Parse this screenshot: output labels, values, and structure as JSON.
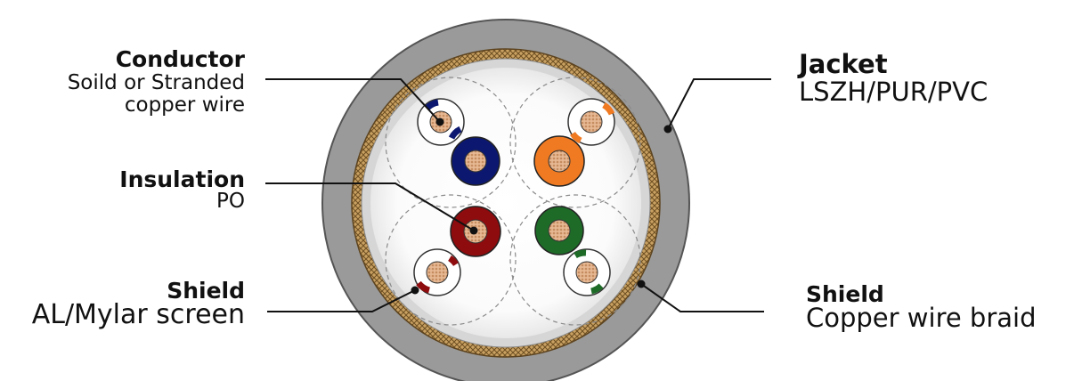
{
  "labels": {
    "conductor": {
      "title": "Conductor",
      "line1": "Soild or Stranded",
      "line2": "copper wire"
    },
    "insulation": {
      "title": "Insulation",
      "sub": "PO"
    },
    "shield_left": {
      "title": "Shield",
      "sub": "AL/Mylar screen"
    },
    "jacket": {
      "title": "Jacket",
      "sub": "LSZH/PUR/PVC"
    },
    "shield_right": {
      "title": "Shield",
      "sub": "Copper wire braid"
    }
  },
  "colors": {
    "jacket": "#9a9a9a",
    "braid": "#c8a062",
    "foil": "#d9d9d9",
    "filler": "#ffffff",
    "copper": "#e0b28a",
    "pair_blue": "#0c1870",
    "pair_orange": "#f07a22",
    "pair_red": "#8e0b0e",
    "pair_green": "#1e6b28"
  }
}
